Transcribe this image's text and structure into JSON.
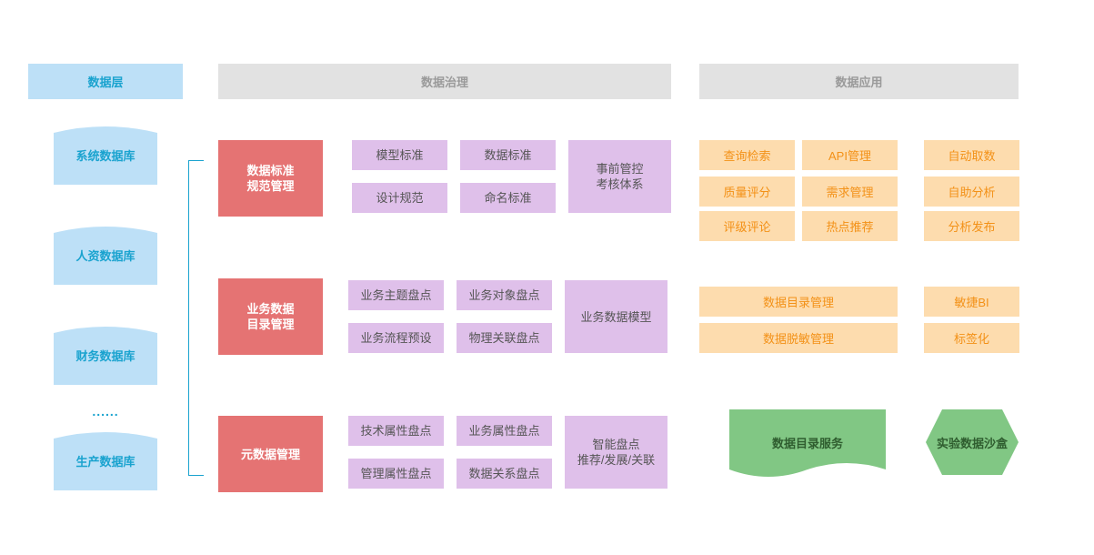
{
  "headers": {
    "data_layer": "数据层",
    "governance": "数据治理",
    "application": "数据应用"
  },
  "databases": [
    "系统数据库",
    "人资数据库",
    "财务数据库",
    "生产数据库"
  ],
  "ellipsis": "......",
  "governance": {
    "standards": {
      "title": "数据标准\n规范管理",
      "items": [
        "模型标准",
        "数据标准",
        "设计规范",
        "命名标准"
      ],
      "side": "事前管控\n考核体系"
    },
    "catalog": {
      "title": "业务数据\n目录管理",
      "items": [
        "业务主题盘点",
        "业务对象盘点",
        "业务流程预设",
        "物理关联盘点"
      ],
      "side": "业务数据模型"
    },
    "metadata": {
      "title": "元数据管理",
      "items": [
        "技术属性盘点",
        "业务属性盘点",
        "管理属性盘点",
        "数据关系盘点"
      ],
      "side": "智能盘点\n推荐/发展/关联"
    }
  },
  "application": {
    "grid": [
      "查询检索",
      "API管理",
      "质量评分",
      "需求管理",
      "评级评论",
      "热点推荐"
    ],
    "self_service": [
      "自动取数",
      "自助分析",
      "分析发布"
    ],
    "catalog_mgmt": "数据目录管理",
    "desensitize": "数据脱敏管理",
    "bi": "敏捷BI",
    "tagging": "标签化",
    "catalog_service": "数据目录服务",
    "sandbox": "实验数据沙盒"
  },
  "colors": {
    "db_fill": "#bde0f7",
    "db_text": "#1aa3cf",
    "header_grey": "#e2e2e2",
    "red": "#e57373",
    "purple": "#dfc0ea",
    "orange_fill": "#fddcae",
    "orange_text": "#f39117",
    "green": "#81c784"
  }
}
